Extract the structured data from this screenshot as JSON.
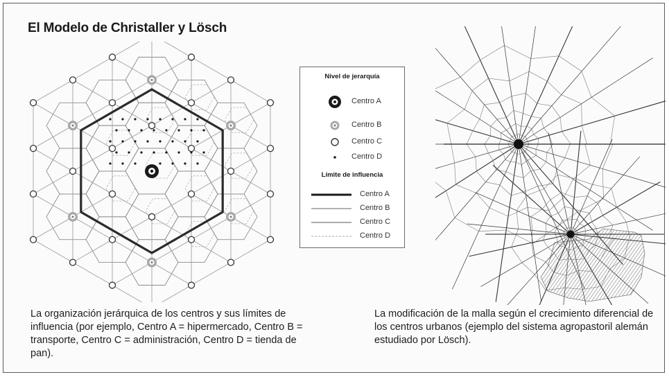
{
  "title": "El Modelo de Christaller y Lösch",
  "legend": {
    "hierarchy_title": "Nivel de jerarquía",
    "hierarchy_items": [
      "Centro A",
      "Centro B",
      "Centro C",
      "Centro D"
    ],
    "influence_title": "Límite de influencia",
    "influence_items": [
      "Centro A",
      "Centro B",
      "Centro C",
      "Centro D"
    ]
  },
  "captions": {
    "left": "La organización jerárquica de los centros y sus límites de influencia (por ejemplo, Centro A = hipermercado, Centro B = transporte, Centro C = administración, Centro D = tienda de pan).",
    "right": "La modificación de la malla según el crecimiento diferencial de los centros urbanos (ejemplo del sistema agropastoril alemán estudiado por Lösch)."
  },
  "colors": {
    "centro_a": "#1a1a1a",
    "centro_b": "#9a9a9a",
    "centro_c": "#555555",
    "centro_d": "#b0b0b0"
  }
}
